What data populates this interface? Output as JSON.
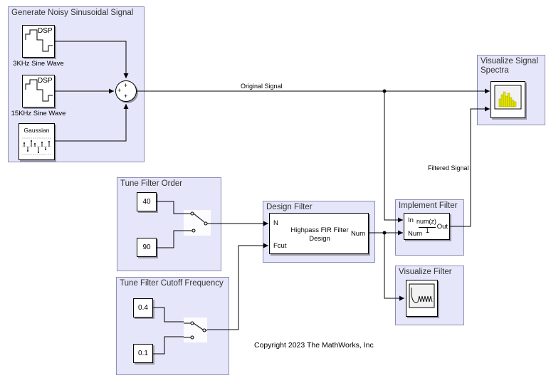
{
  "areas": {
    "generate": "Generate Noisy Sinusoidal Signal",
    "spectra": "Visualize Signal Spectra",
    "order": "Tune Filter Order",
    "cutoff": "Tune Filter Cutoff Frequency",
    "design": "Design Filter",
    "implement": "Implement Filter",
    "visfilter": "Visualize Filter"
  },
  "blocks": {
    "sine3": {
      "badge": "DSP",
      "label": "3KHz Sine Wave"
    },
    "sine15": {
      "badge": "DSP",
      "label": "15KHz Sine Wave"
    },
    "gaussian": {
      "title": "Gaussian"
    },
    "sum": {
      "signs": [
        "+",
        "+",
        "+"
      ]
    },
    "order_a": "40",
    "order_b": "90",
    "cutoff_a": "0.4",
    "cutoff_b": "0.1",
    "design": {
      "text_line1": "Highpass FIR Filter",
      "text_line2": "Design",
      "in1": "N",
      "in2": "Fcut",
      "out": "Num"
    },
    "implement": {
      "in1": "In",
      "in2": "Num",
      "num": "num(z)",
      "den": "1",
      "out": "Out"
    }
  },
  "signals": {
    "original": "Original Signal",
    "filtered": "Filtered Signal"
  },
  "copyright": "Copyright 2023 The MathWorks, Inc",
  "colors": {
    "area_fill": "#e6e6fa",
    "area_border": "#8c8cb4",
    "scope_bars": "#e6e600"
  }
}
